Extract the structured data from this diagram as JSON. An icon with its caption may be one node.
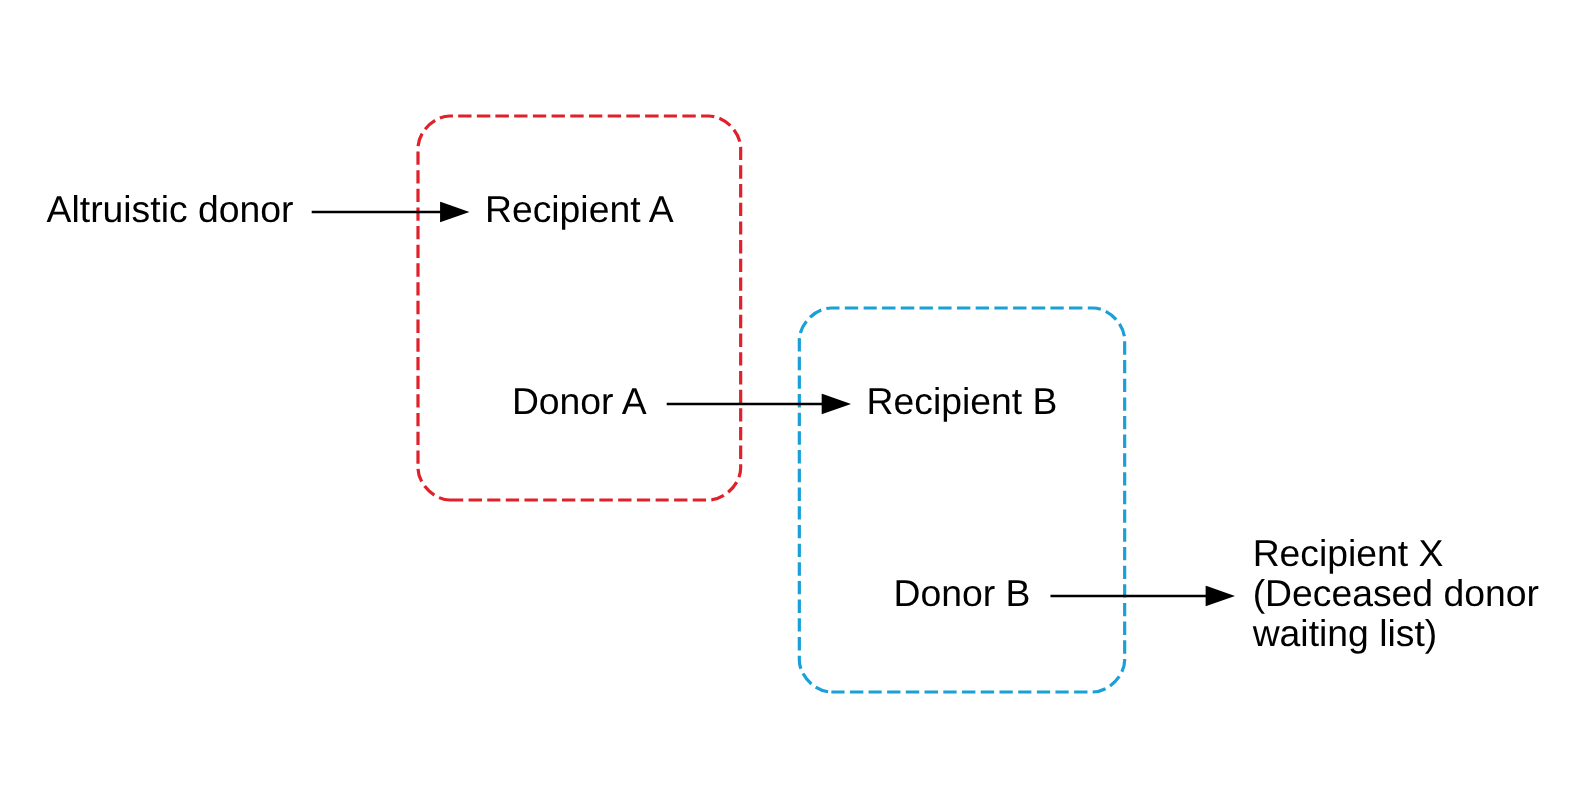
{
  "diagram": {
    "nodes": [
      {
        "text": [],
        "shape": "ellipse"
      },
      {
        "text": [],
        "shape": "ellipse"
      },
      {
        "text": [
          "Altruistic donor"
        ]
      },
      {
        "text": [
          "Recipient A"
        ],
        "in": 0
      },
      {
        "text": [
          "Donor A"
        ],
        "in": 0
      },
      {
        "text": [
          "Recipient B"
        ],
        "in": 1
      },
      {
        "text": [
          "Donor B"
        ],
        "in": 1
      },
      {
        "text": [
          "Recipient X (Deceased donor waiting list)"
        ]
      }
    ],
    "edges": [
      {
        "from": 2,
        "to": 3,
        "arrow": "to"
      },
      {
        "from": 4,
        "to": 5,
        "arrow": "to"
      },
      {
        "from": 6,
        "to": 7,
        "arrow": "to"
      }
    ]
  }
}
